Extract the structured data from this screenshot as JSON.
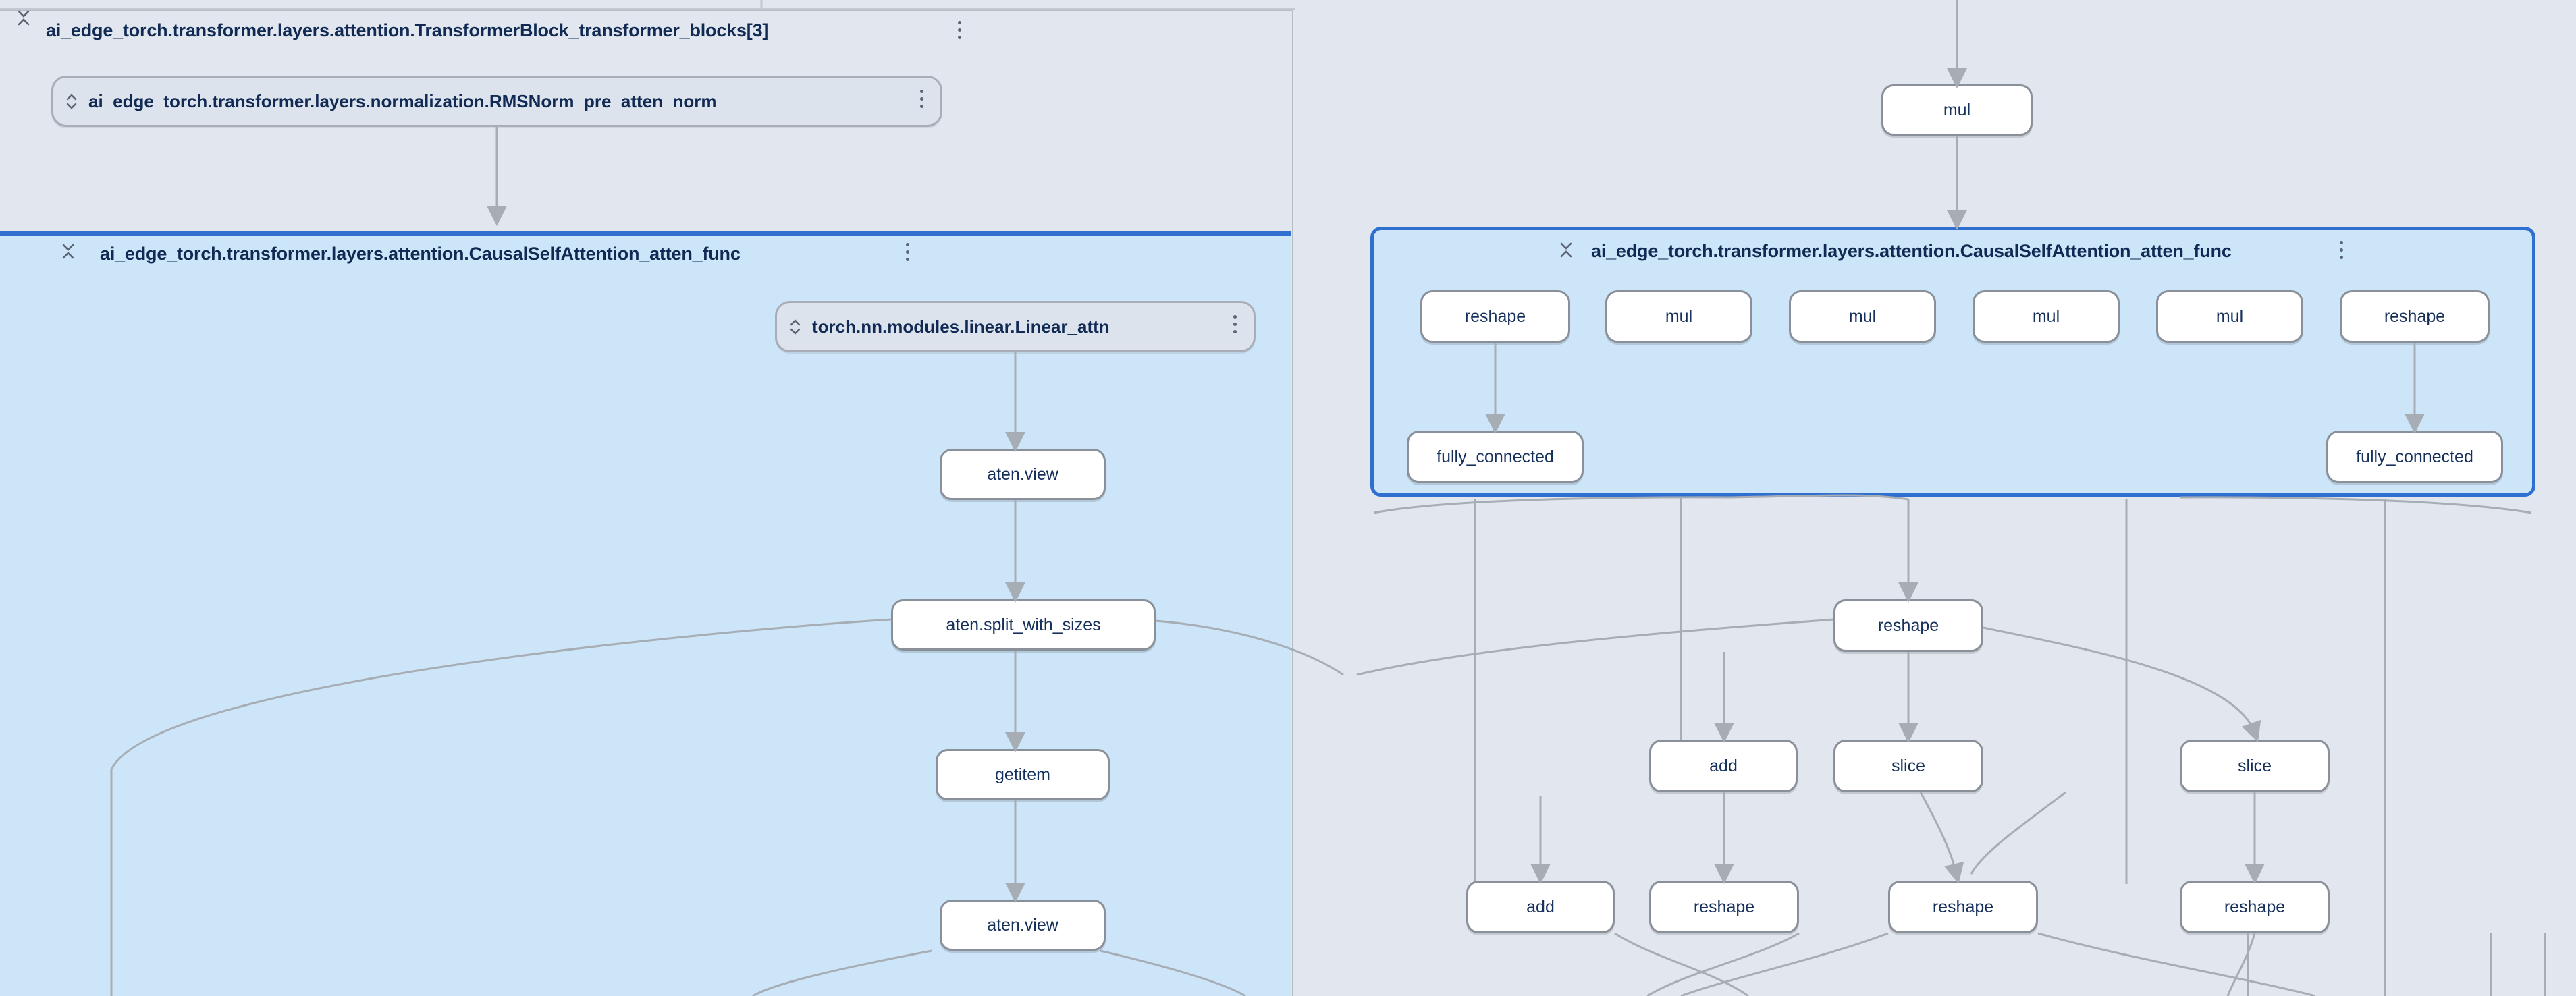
{
  "app": {
    "background_color": "#e2e7ef",
    "selected_color": "#2f6fd0",
    "selected_fill": "#cde5f8",
    "node_fill": "#ffffff",
    "node_border": "#8a9099",
    "edge_color": "#a7adb5",
    "text_color": "#102a54"
  },
  "left_panel": {
    "group_header": {
      "label": "ai_edge_torch.transformer.layers.attention.TransformerBlock_transformer_blocks[3]",
      "collapse_icon": "collapse-chevrons-icon",
      "menu_icon": "kebab-menu-icon"
    },
    "module_pill": {
      "label": "ai_edge_torch.transformer.layers.normalization.RMSNorm_pre_atten_norm",
      "expand_icon": "expand-chevrons-icon",
      "menu_icon": "kebab-menu-icon"
    },
    "attention_group": {
      "label": "ai_edge_torch.transformer.layers.attention.CausalSelfAttention_atten_func",
      "collapse_icon": "collapse-chevrons-icon",
      "menu_icon": "kebab-menu-icon"
    },
    "linear_pill": {
      "label": "torch.nn.modules.linear.Linear_attn",
      "expand_icon": "expand-chevrons-icon",
      "menu_icon": "kebab-menu-icon"
    },
    "nodes": [
      {
        "id": "l-view-1",
        "label": "aten.view"
      },
      {
        "id": "l-split",
        "label": "aten.split_with_sizes"
      },
      {
        "id": "l-getitem",
        "label": "getitem"
      },
      {
        "id": "l-view-2",
        "label": "aten.view"
      }
    ]
  },
  "right_panel": {
    "top_node": {
      "id": "r-mul-top",
      "label": "mul"
    },
    "attention_group": {
      "label": "ai_edge_torch.transformer.layers.attention.CausalSelfAttention_atten_func",
      "collapse_icon": "collapse-chevrons-icon",
      "menu_icon": "kebab-menu-icon"
    },
    "group_nodes": [
      {
        "id": "r-reshape-1",
        "label": "reshape"
      },
      {
        "id": "r-mul-1",
        "label": "mul"
      },
      {
        "id": "r-mul-2",
        "label": "mul"
      },
      {
        "id": "r-mul-3",
        "label": "mul"
      },
      {
        "id": "r-mul-4",
        "label": "mul"
      },
      {
        "id": "r-reshape-2",
        "label": "reshape"
      },
      {
        "id": "r-fc-1",
        "label": "fully_connected"
      },
      {
        "id": "r-fc-2",
        "label": "fully_connected"
      }
    ],
    "outer_nodes": [
      {
        "id": "r-reshape-3",
        "label": "reshape"
      },
      {
        "id": "r-add-1",
        "label": "add"
      },
      {
        "id": "r-slice-1",
        "label": "slice"
      },
      {
        "id": "r-slice-2",
        "label": "slice"
      },
      {
        "id": "r-add-2",
        "label": "add"
      },
      {
        "id": "r-reshape-4",
        "label": "reshape"
      },
      {
        "id": "r-reshape-5",
        "label": "reshape"
      },
      {
        "id": "r-reshape-6",
        "label": "reshape"
      }
    ]
  }
}
